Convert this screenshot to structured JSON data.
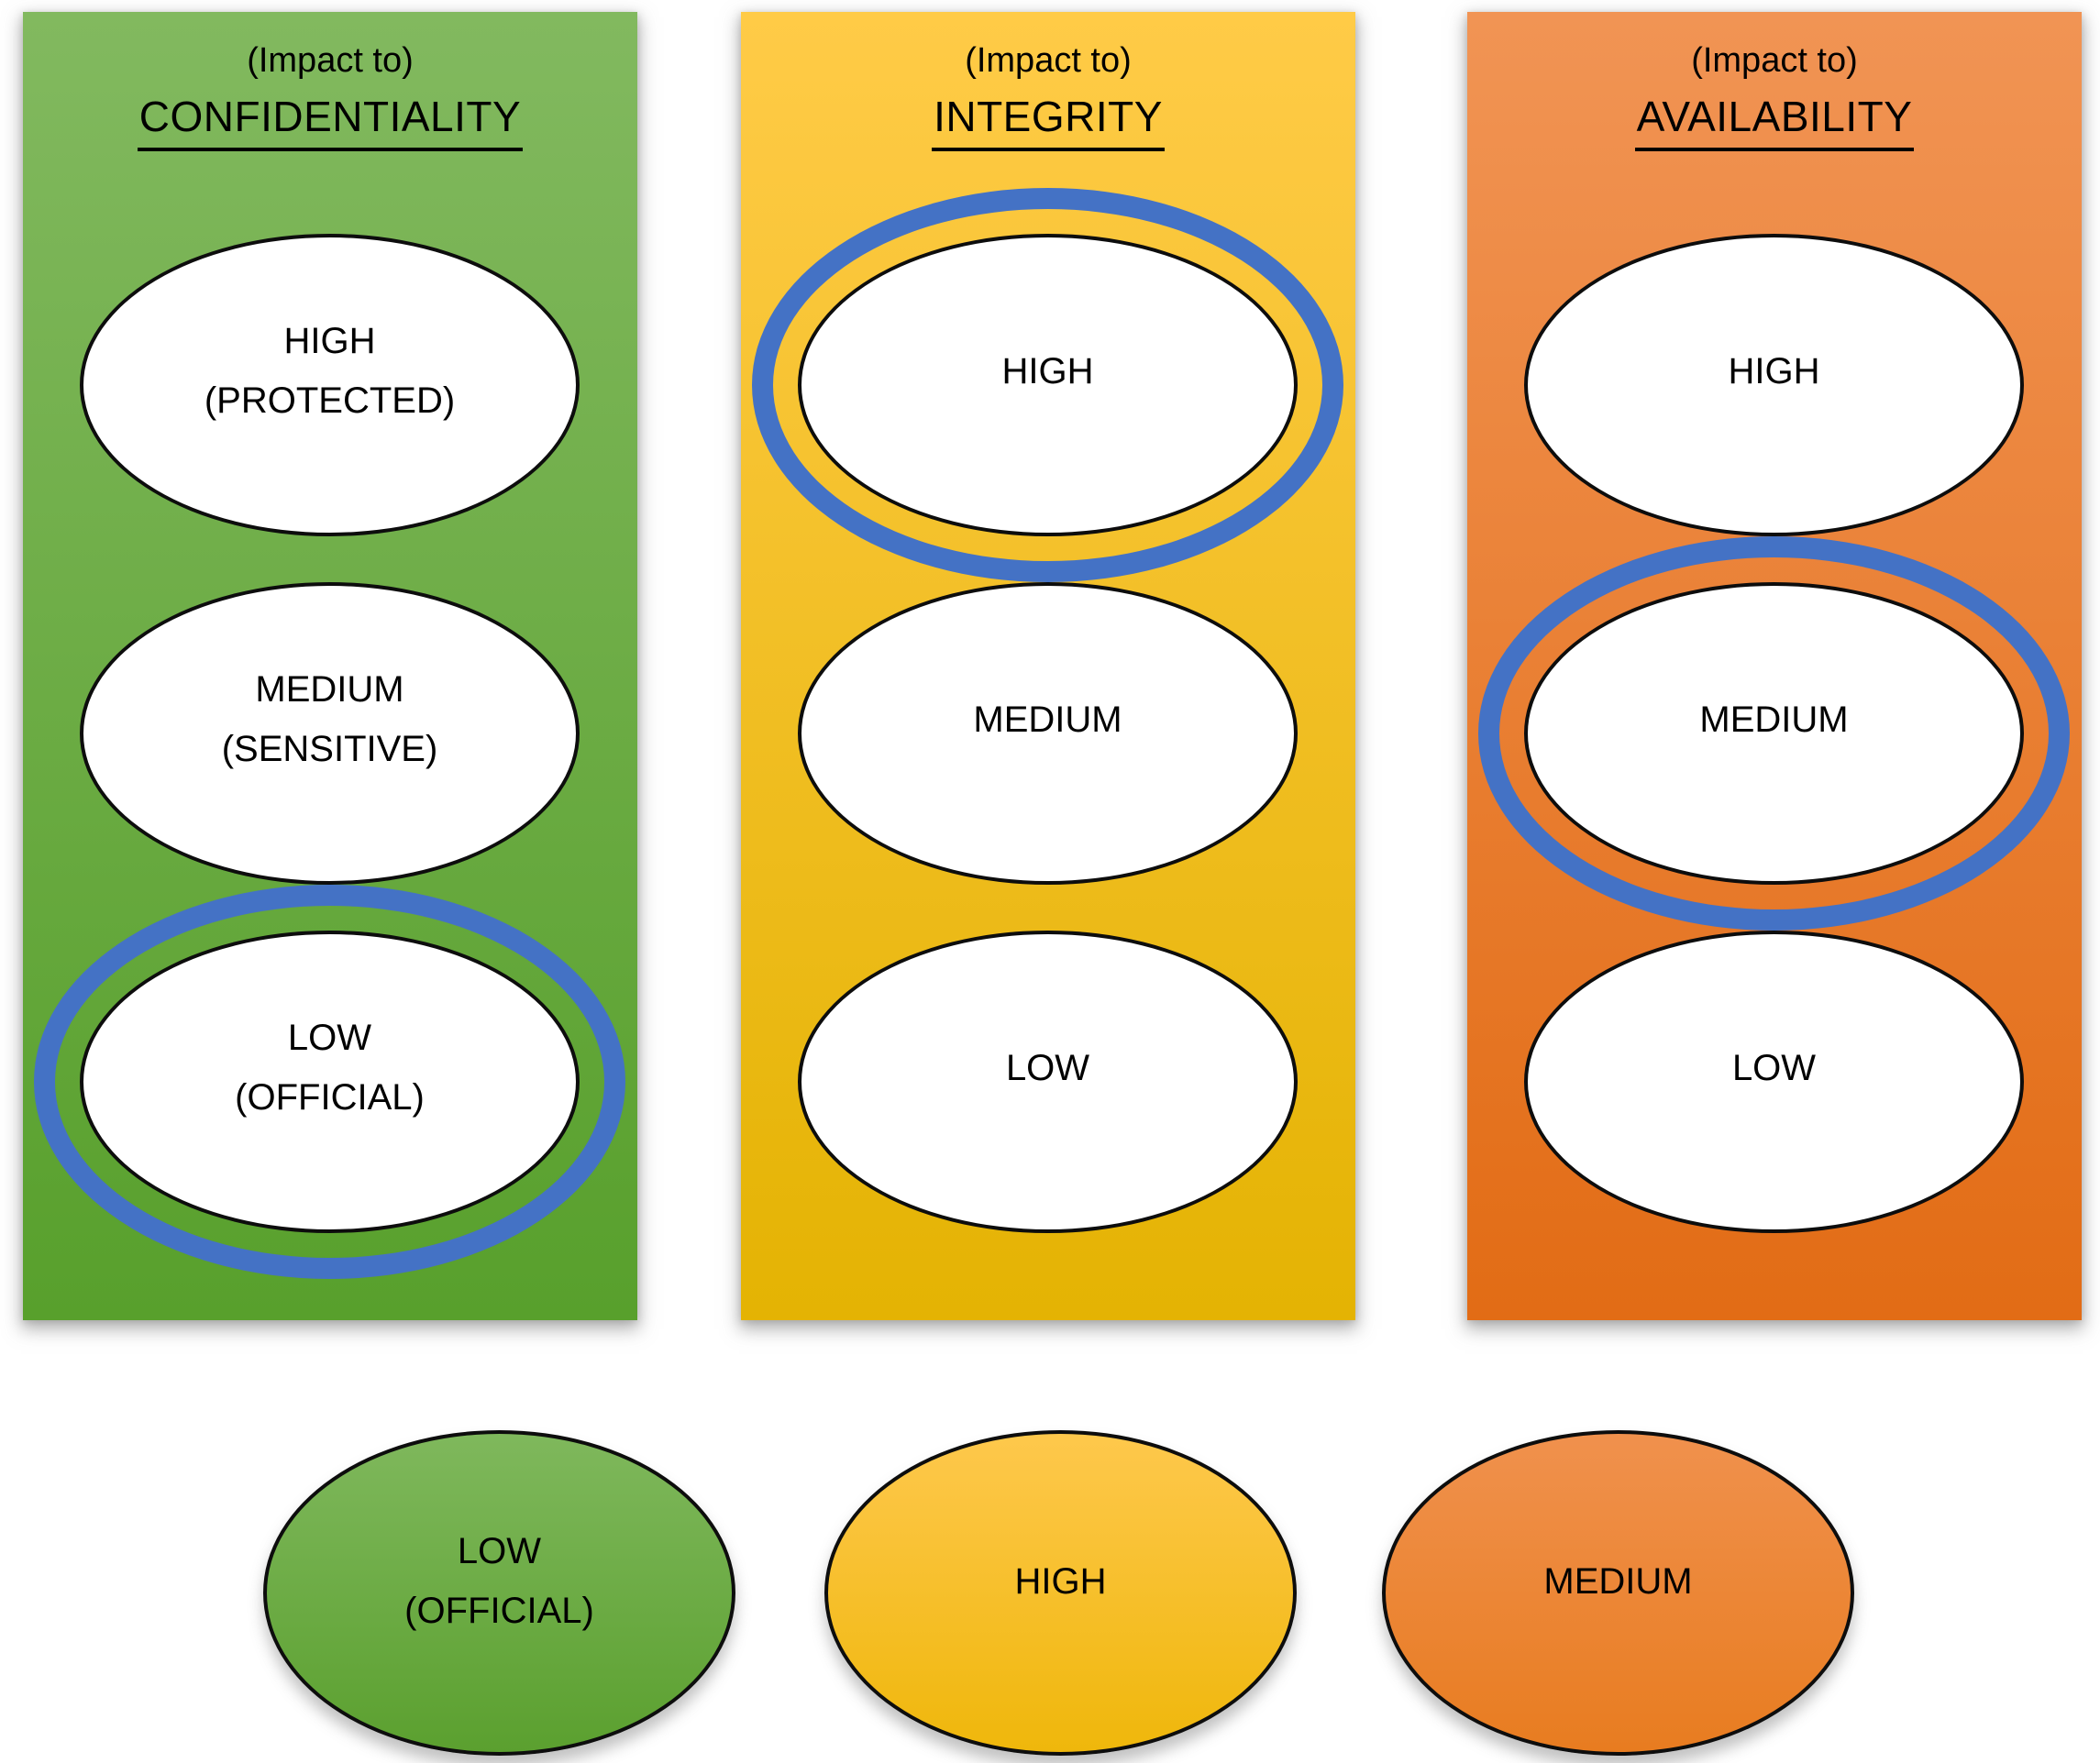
{
  "ring_color": "#4472C5",
  "columns": [
    {
      "header_prefix": "(Impact to)",
      "title": "CONFIDENTIALITY",
      "panel_color_top": "#82B95F",
      "panel_color_bottom": "#58A02C",
      "levels": [
        {
          "label": "HIGH\n(PROTECTED)",
          "selected": false
        },
        {
          "label": "MEDIUM\n(SENSITIVE)",
          "selected": false
        },
        {
          "label": "LOW\n(OFFICIAL)",
          "selected": true
        }
      ]
    },
    {
      "header_prefix": "(Impact to)",
      "title": "INTEGRITY",
      "panel_color_top": "#FFCB47",
      "panel_color_bottom": "#E4B303",
      "levels": [
        {
          "label": "HIGH",
          "selected": true
        },
        {
          "label": "MEDIUM",
          "selected": false
        },
        {
          "label": "LOW",
          "selected": false
        }
      ]
    },
    {
      "header_prefix": "(Impact to)",
      "title": "AVAILABILITY",
      "panel_color_top": "#F19454",
      "panel_color_bottom": "#E26C15",
      "levels": [
        {
          "label": "HIGH",
          "selected": false
        },
        {
          "label": "MEDIUM",
          "selected": true
        },
        {
          "label": "LOW",
          "selected": false
        }
      ]
    }
  ],
  "results": [
    {
      "label": "LOW\n(OFFICIAL)",
      "color_top": "#7FB85C",
      "color_bottom": "#5BA02F"
    },
    {
      "label": "HIGH",
      "color_top": "#FEC84C",
      "color_bottom": "#EFB70B"
    },
    {
      "label": "MEDIUM",
      "color_top": "#F0914D",
      "color_bottom": "#E87C20"
    }
  ]
}
